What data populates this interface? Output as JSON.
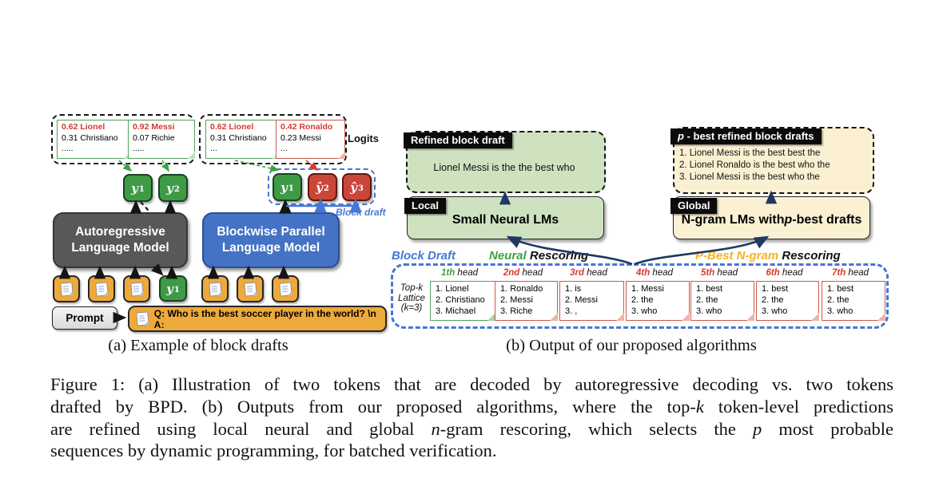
{
  "panel_a": {
    "caption": "(a) Example of block drafts",
    "logits_label": "Logits",
    "block_draft_label": "Block draft",
    "ar_model_line1": "Autoregressive",
    "ar_model_line2": "Language Model",
    "bp_model_line1": "Blockwise Parallel",
    "bp_model_line2": "Language Model",
    "prompt_label": "Prompt",
    "prompt_text": "Q: Who is the best soccer player in the world? \\n A:",
    "cards": [
      {
        "top": "0.62 Lionel",
        "second": "0.31 Christiano",
        "more": "....."
      },
      {
        "top": "0.92 Messi",
        "second": "0.07 Richie",
        "more": "....."
      },
      {
        "top": "0.62 Lionel",
        "second": "0.31 Christiano",
        "more": "..."
      },
      {
        "top": "0.42 Ronaldo",
        "second": "0.23 Messi",
        "more": "..."
      }
    ],
    "tokens": {
      "ar1_base": "y",
      "ar1_sub": "1",
      "ar2_base": "y",
      "ar2_sub": "2",
      "bp1_base": "y",
      "bp1_sub": "1",
      "bp2_base": "ŷ",
      "bp2_sub": "2",
      "bp3_base": "ŷ",
      "bp3_sub": "3",
      "input_base": "y",
      "input_sub": "1"
    }
  },
  "panel_b": {
    "caption": "(b) Output of our proposed algorithms",
    "refined_chip": "Refined block draft",
    "refined_text": "Lionel Messi is the the best who",
    "pbest_chip_italic": "p",
    "pbest_chip_rest": " - best refined block drafts",
    "pbest_items": [
      "1. Lionel Messi is the best best the",
      "2. Lionel Ronaldo is the best who the",
      "3. Lionel Messi is the best who the"
    ],
    "local_chip": "Local",
    "local_title": "Small Neural LMs",
    "global_chip": "Global",
    "global_title_pre": "N-gram LMs with ",
    "global_title_italic": "p",
    "global_title_post": "-best drafts",
    "block_draft_label": "Block Draft",
    "neural_label": "Neural",
    "rescoring_label": " Rescoring",
    "pbest_ngram_label": "P-Best N-gram",
    "rescoring2_label": " Rescoring",
    "lattice_line1": "Top-k",
    "lattice_line2": "Lattice",
    "lattice_line3": "(k=3)",
    "heads": [
      {
        "ord": "1th",
        "word": " head",
        "items": [
          "1. Lionel",
          "2. Christiano",
          "3. Michael"
        ]
      },
      {
        "ord": "2nd",
        "word": " head",
        "items": [
          "1. Ronaldo",
          "2. Messi",
          "3. Riche"
        ]
      },
      {
        "ord": "3rd",
        "word": " head",
        "items": [
          "1. is",
          "2. Messi",
          "3. ,"
        ]
      },
      {
        "ord": "4th",
        "word": " head",
        "items": [
          "1. Messi",
          "2. the",
          "3. who"
        ]
      },
      {
        "ord": "5th",
        "word": " head",
        "items": [
          "1. best",
          "2. the",
          "3. who"
        ]
      },
      {
        "ord": "6th",
        "word": " head",
        "items": [
          "1. best",
          "2. the",
          "3. who"
        ]
      },
      {
        "ord": "7th",
        "word": " head",
        "items": [
          "1. best",
          "2. the",
          "3. who"
        ]
      }
    ]
  },
  "figure_caption": {
    "line1": "Figure 1: (a) Illustration of two tokens that are decoded by autoregressive decoding vs. two tokens",
    "line2_pre": "drafted by BPD. (b) Outputs from our proposed algorithms, where the top-",
    "line2_it": "k",
    "line2_post": " token-level predictions",
    "line3_pre": "are refined using local neural and global ",
    "line3_it": "n",
    "line3_mid": "-gram rescoring, which selects the ",
    "line3_it2": "p",
    "line3_post": " most probable",
    "line4": "sequences by dynamic programming, for batched verification."
  },
  "colors": {
    "accent_blue": "#4577d6",
    "navy": "#1f3864",
    "green": "#3f9a47",
    "red": "#c9473a",
    "pale_green": "#cfe2c0",
    "cream": "#fbf0d2",
    "yellow": "#edaa3a",
    "gray_model": "#58585a",
    "blue_model": "#4472c4"
  }
}
